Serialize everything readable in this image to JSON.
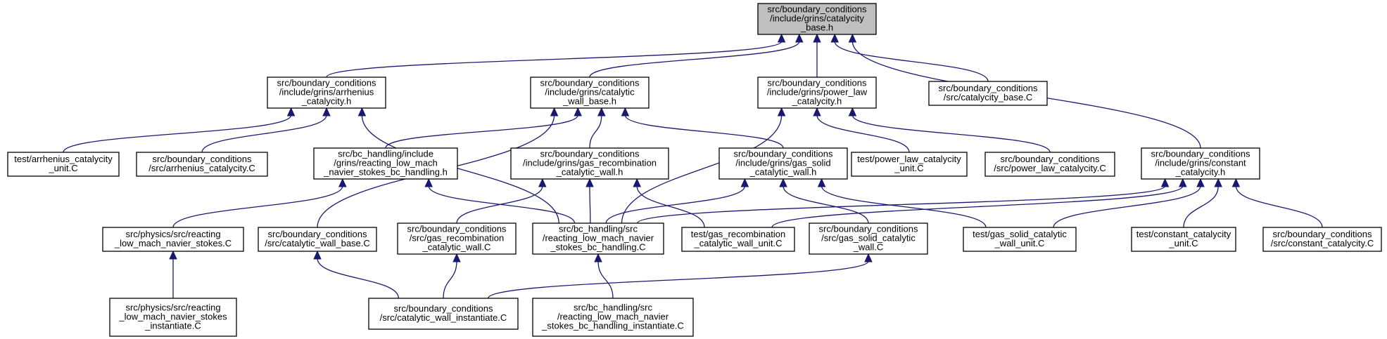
{
  "nodes": [
    {
      "id": "n0",
      "lines": [
        "src/boundary_conditions",
        "/include/grins/catalycity",
        "_base.h"
      ],
      "root": true
    },
    {
      "id": "n1",
      "lines": [
        "src/boundary_conditions",
        "/include/grins/arrhenius",
        "_catalycity.h"
      ]
    },
    {
      "id": "n2",
      "lines": [
        "src/boundary_conditions",
        "/include/grins/catalytic",
        "_wall_base.h"
      ]
    },
    {
      "id": "n3",
      "lines": [
        "src/boundary_conditions",
        "/include/grins/power_law",
        "_catalycity.h"
      ]
    },
    {
      "id": "n4",
      "lines": [
        "src/boundary_conditions",
        "/src/catalycity_base.C"
      ]
    },
    {
      "id": "n5",
      "lines": [
        "test/arrhenius_catalycity",
        "_unit.C"
      ]
    },
    {
      "id": "n6",
      "lines": [
        "src/boundary_conditions",
        "/src/arrhenius_catalycity.C"
      ]
    },
    {
      "id": "n7",
      "lines": [
        "src/bc_handling/include",
        "/grins/reacting_low_mach",
        "_navier_stokes_bc_handling.h"
      ]
    },
    {
      "id": "n8",
      "lines": [
        "src/boundary_conditions",
        "/include/grins/gas_recombination",
        "_catalytic_wall.h"
      ]
    },
    {
      "id": "n9",
      "lines": [
        "src/boundary_conditions",
        "/include/grins/gas_solid",
        "_catalytic_wall.h"
      ]
    },
    {
      "id": "n10",
      "lines": [
        "test/power_law_catalycity",
        "_unit.C"
      ]
    },
    {
      "id": "n11",
      "lines": [
        "src/boundary_conditions",
        "/src/power_law_catalycity.C"
      ]
    },
    {
      "id": "n12",
      "lines": [
        "src/boundary_conditions",
        "/include/grins/constant",
        "_catalycity.h"
      ]
    },
    {
      "id": "n13",
      "lines": [
        "src/physics/src/reacting",
        "_low_mach_navier_stokes.C"
      ]
    },
    {
      "id": "n14",
      "lines": [
        "src/boundary_conditions",
        "/src/catalytic_wall_base.C"
      ]
    },
    {
      "id": "n15",
      "lines": [
        "src/boundary_conditions",
        "/src/gas_recombination",
        "_catalytic_wall.C"
      ]
    },
    {
      "id": "n16",
      "lines": [
        "src/bc_handling/src",
        "/reacting_low_mach_navier",
        "_stokes_bc_handling.C"
      ]
    },
    {
      "id": "n17",
      "lines": [
        "test/gas_recombination",
        "_catalytic_wall_unit.C"
      ]
    },
    {
      "id": "n18",
      "lines": [
        "src/boundary_conditions",
        "/src/gas_solid_catalytic",
        "_wall.C"
      ]
    },
    {
      "id": "n19",
      "lines": [
        "test/gas_solid_catalytic",
        "_wall_unit.C"
      ]
    },
    {
      "id": "n20",
      "lines": [
        "test/constant_catalycity",
        "_unit.C"
      ]
    },
    {
      "id": "n21",
      "lines": [
        "src/boundary_conditions",
        "/src/constant_catalycity.C"
      ]
    },
    {
      "id": "n22",
      "lines": [
        "src/physics/src/reacting",
        "_low_mach_navier_stokes",
        "_instantiate.C"
      ]
    },
    {
      "id": "n23",
      "lines": [
        "src/boundary_conditions",
        "/src/catalytic_wall_instantiate.C"
      ]
    },
    {
      "id": "n24",
      "lines": [
        "src/bc_handling/src",
        "/reacting_low_mach_navier",
        "_stokes_bc_handling_instantiate.C"
      ]
    }
  ],
  "edges": [
    [
      "n1",
      "n0"
    ],
    [
      "n2",
      "n0"
    ],
    [
      "n3",
      "n0"
    ],
    [
      "n4",
      "n0"
    ],
    [
      "n12",
      "n0"
    ],
    [
      "n5",
      "n1"
    ],
    [
      "n6",
      "n1"
    ],
    [
      "n16",
      "n1"
    ],
    [
      "n7",
      "n2"
    ],
    [
      "n8",
      "n2"
    ],
    [
      "n9",
      "n2"
    ],
    [
      "n14",
      "n2"
    ],
    [
      "n10",
      "n3"
    ],
    [
      "n11",
      "n3"
    ],
    [
      "n16",
      "n3"
    ],
    [
      "n13",
      "n7"
    ],
    [
      "n16",
      "n7"
    ],
    [
      "n15",
      "n8"
    ],
    [
      "n16",
      "n8"
    ],
    [
      "n17",
      "n8"
    ],
    [
      "n16",
      "n9"
    ],
    [
      "n18",
      "n9"
    ],
    [
      "n19",
      "n9"
    ],
    [
      "n16",
      "n12"
    ],
    [
      "n17",
      "n12"
    ],
    [
      "n19",
      "n12"
    ],
    [
      "n20",
      "n12"
    ],
    [
      "n21",
      "n12"
    ],
    [
      "n22",
      "n13"
    ],
    [
      "n23",
      "n14"
    ],
    [
      "n23",
      "n15"
    ],
    [
      "n24",
      "n16"
    ],
    [
      "n23",
      "n18"
    ]
  ]
}
